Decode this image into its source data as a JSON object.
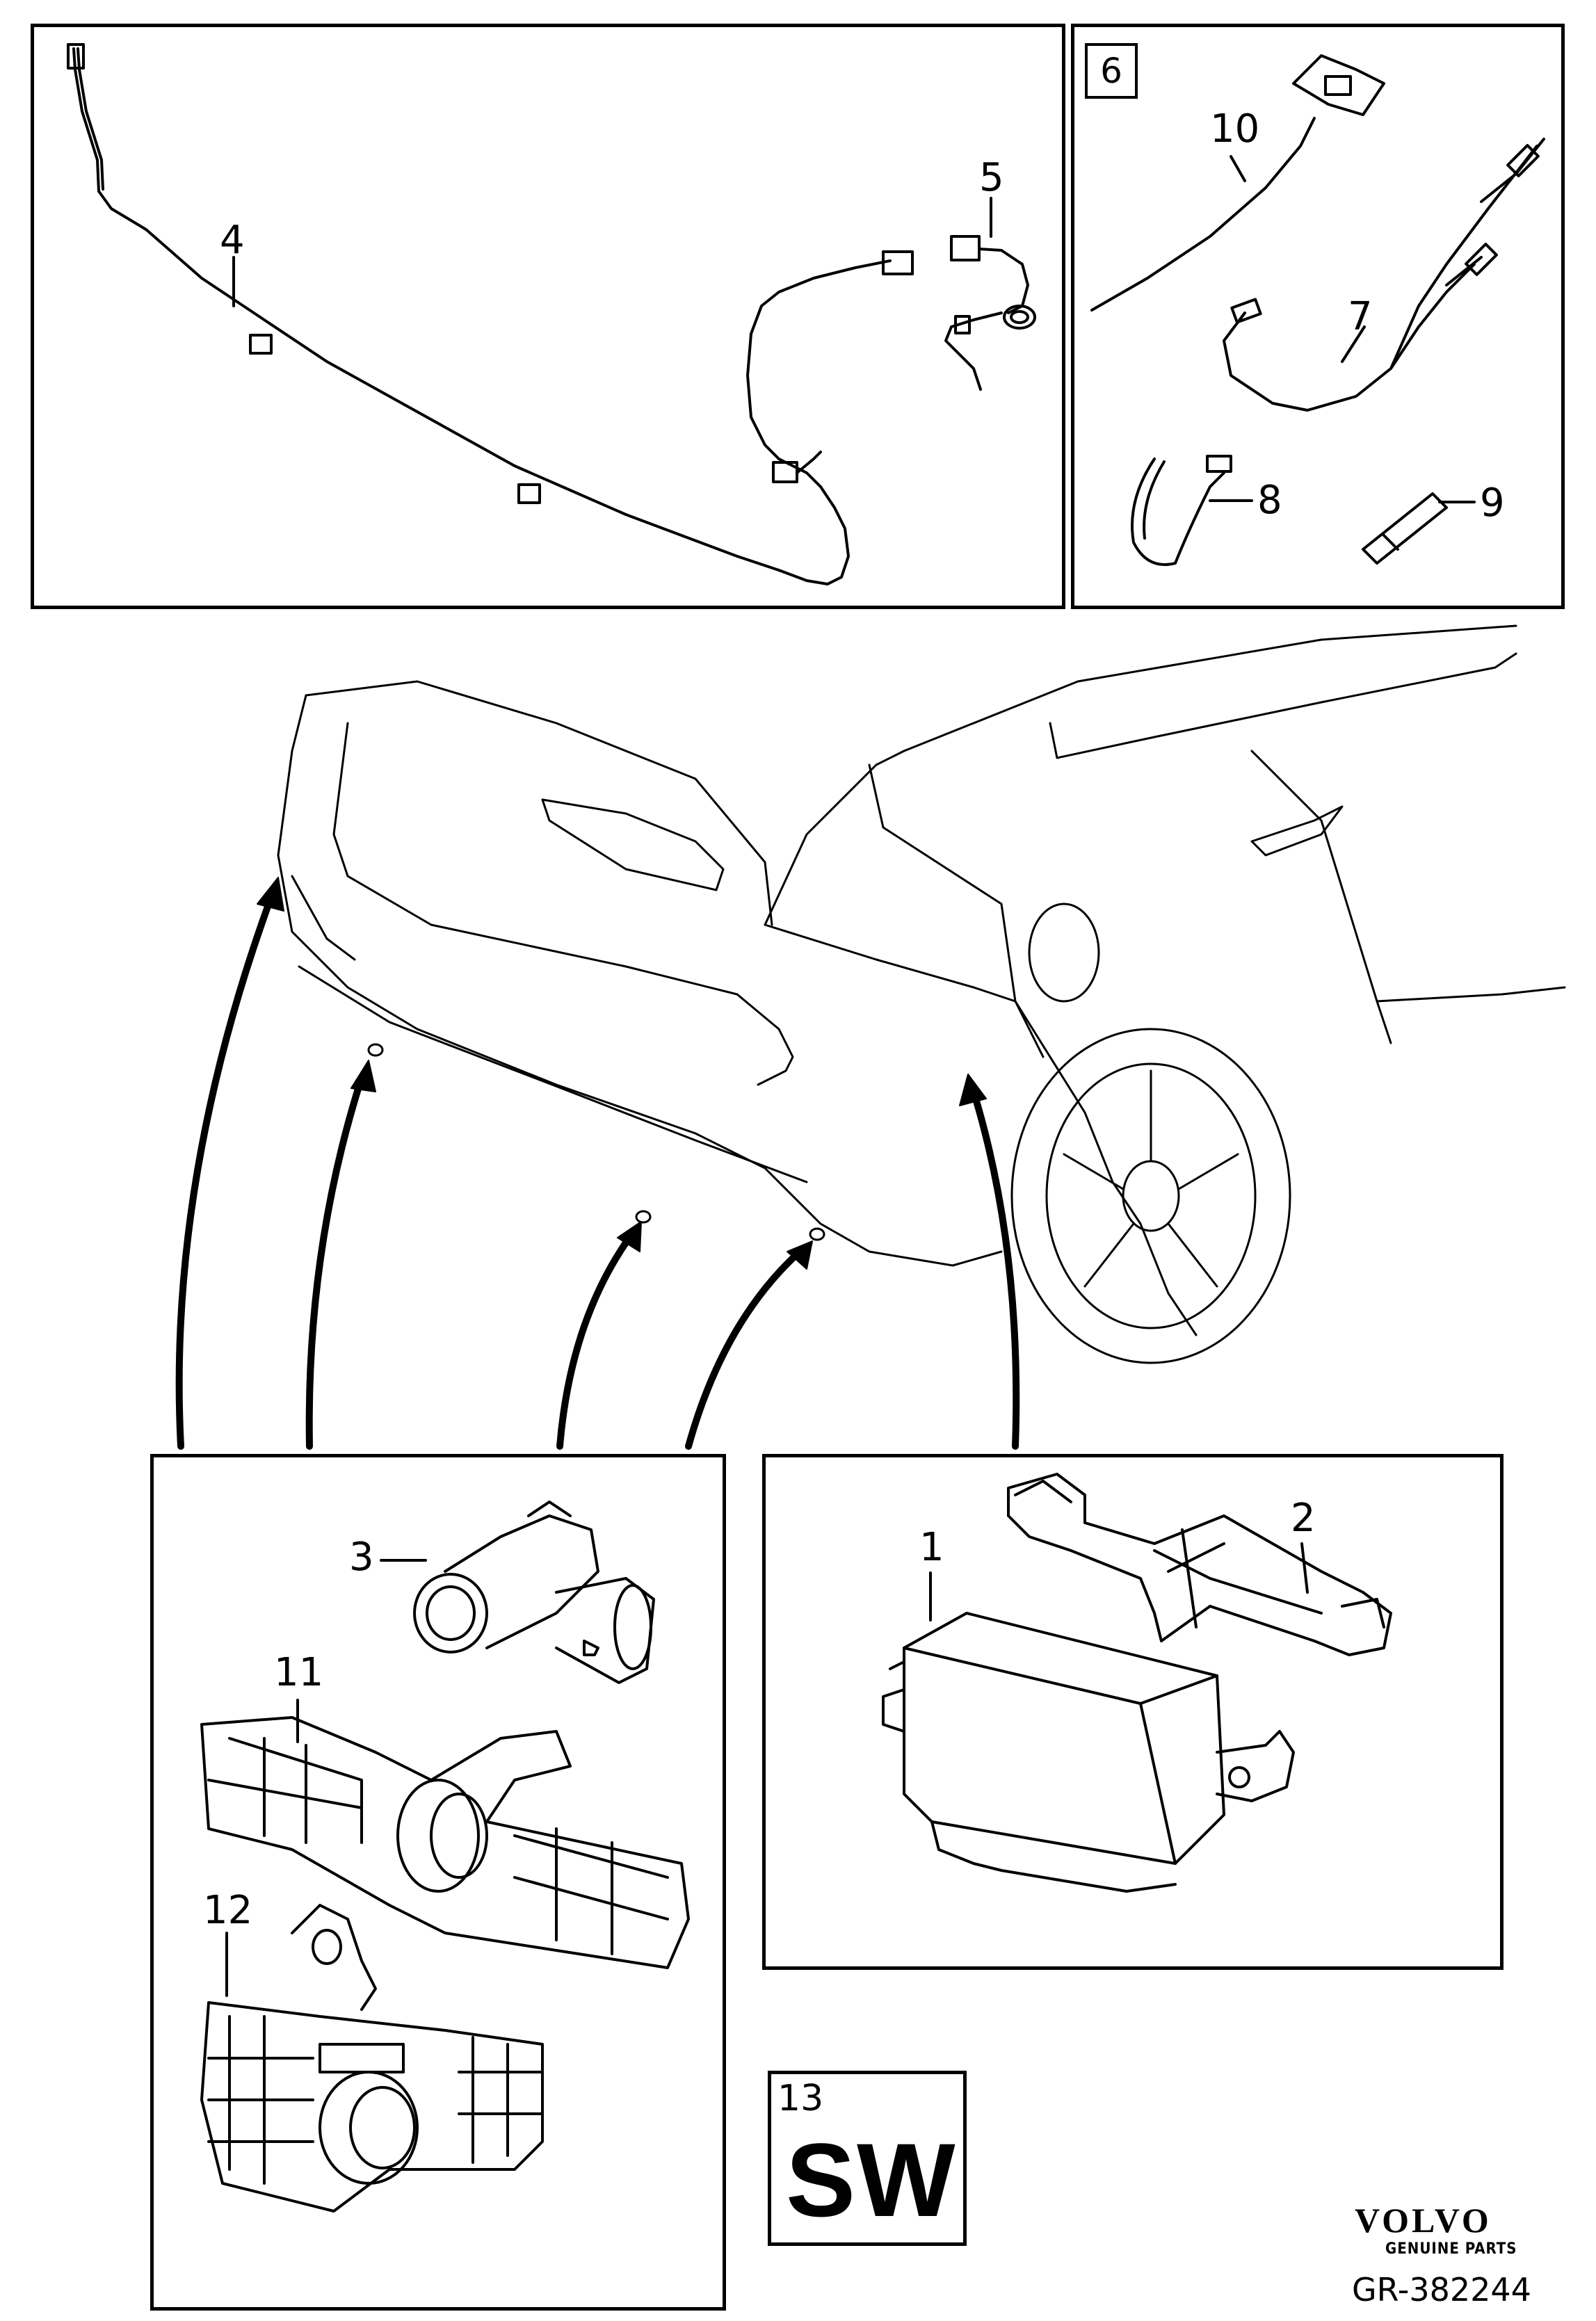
{
  "callouts": {
    "c1": "1",
    "c2": "2",
    "c3": "3",
    "c4": "4",
    "c5": "5",
    "c6": "6",
    "c7": "7",
    "c8": "8",
    "c9": "9",
    "c10": "10",
    "c11": "11",
    "c12": "12"
  },
  "kit": {
    "number": "13",
    "code": "SW"
  },
  "footer": {
    "brand": "VOLVO",
    "brand_sub": "GENUINE PARTS",
    "drawing_number": "GR-382244"
  }
}
